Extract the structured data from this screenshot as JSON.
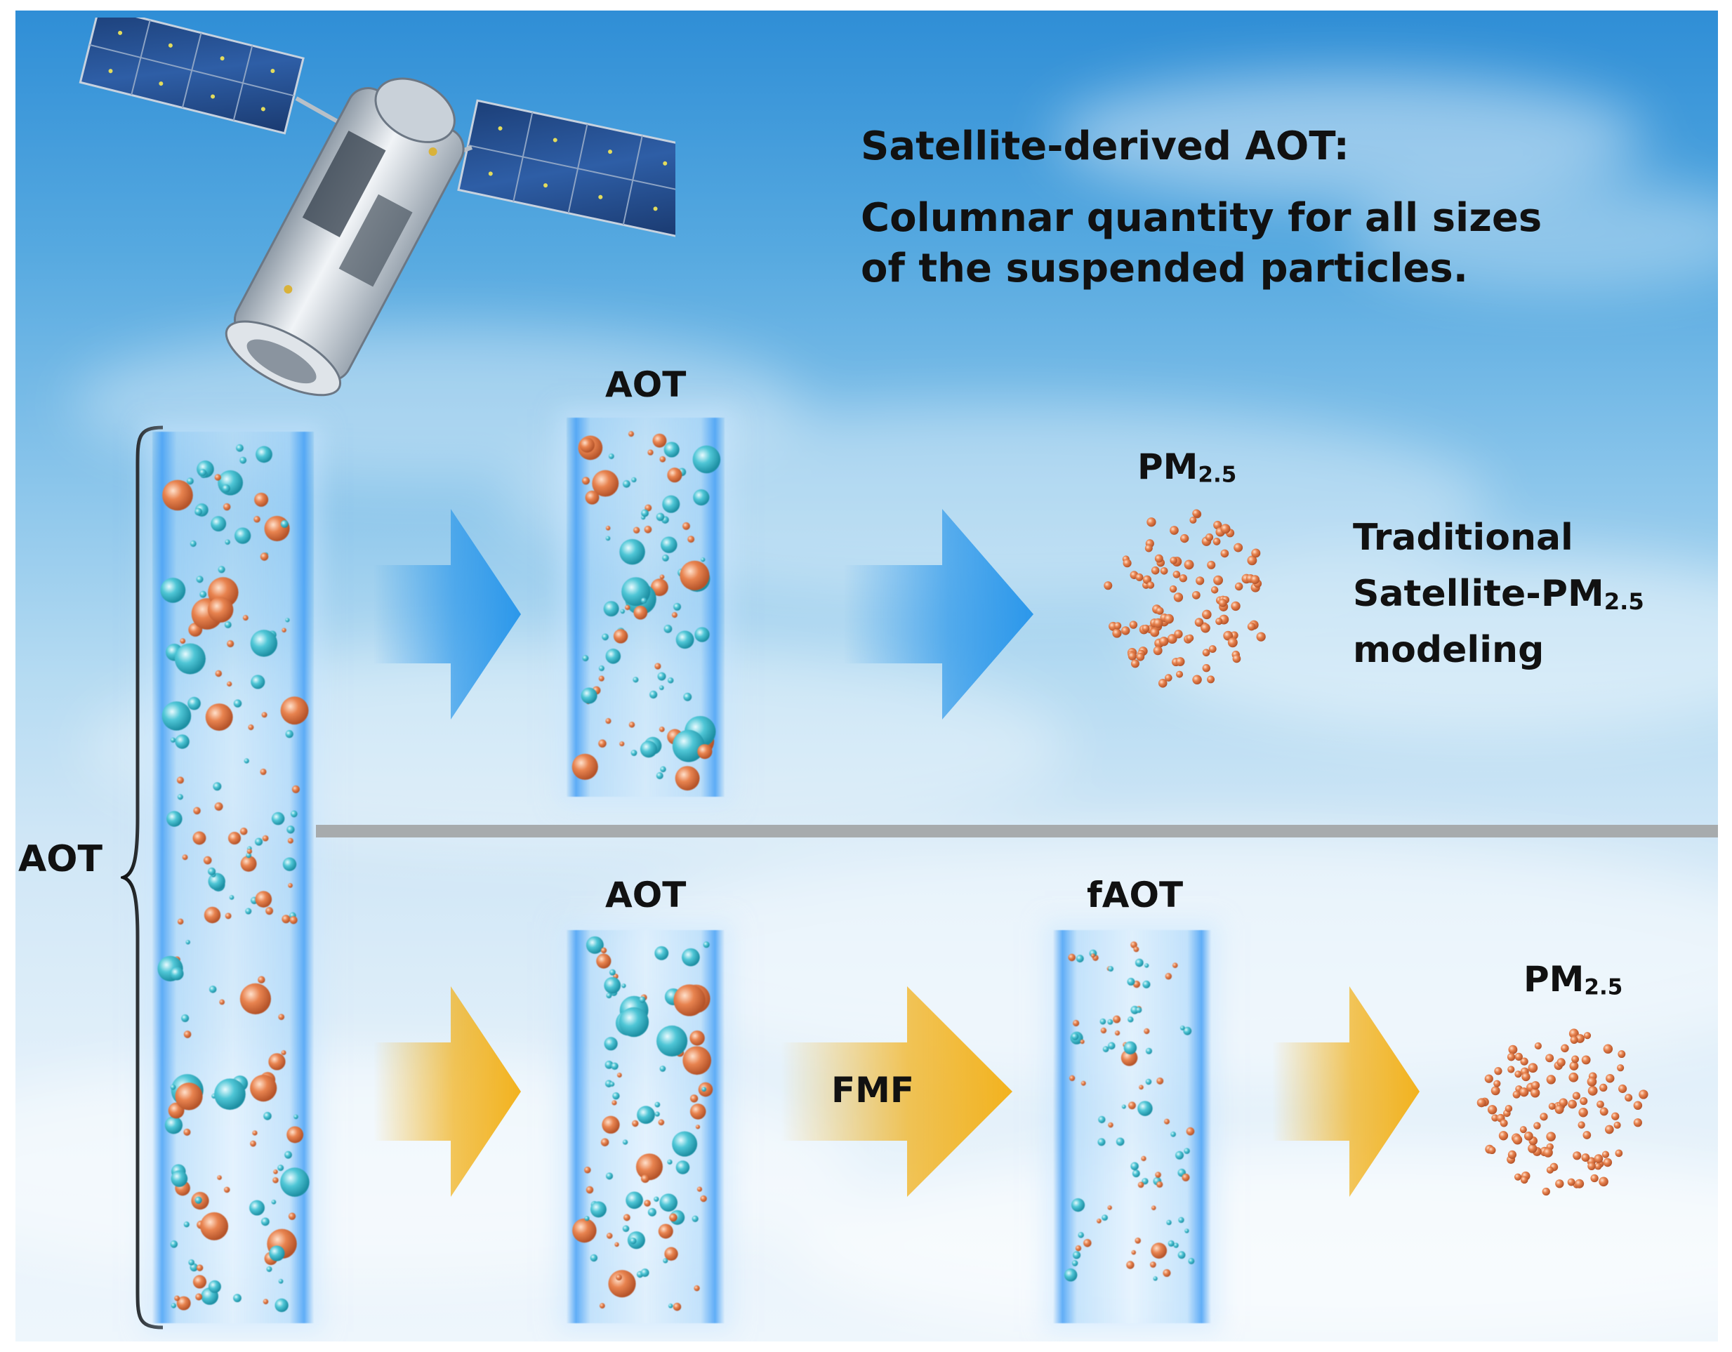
{
  "header": {
    "title": "Satellite-derived AOT:",
    "line1": "Columnar quantity for all sizes",
    "line2": "of the suspended particles."
  },
  "labels": {
    "aot_left": "AOT",
    "aot_top": "AOT",
    "aot_bottom": "AOT",
    "faot": "fAOT",
    "fmf": "FMF",
    "pm_base": "PM",
    "pm_sub": "2.5"
  },
  "traditional": {
    "line1": "Traditional",
    "line2_base": "Satellite-PM",
    "line2_sub": "2.5",
    "line3": "modeling"
  },
  "colors": {
    "cyan_particle": "#4fc6d6",
    "orange_particle": "#e8834f",
    "blue_arrow": "#2b97ea",
    "yellow_arrow": "#f2b21e",
    "divider": "#a7abad"
  },
  "icons": [
    "satellite-icon",
    "brace-icon",
    "arrow-icon"
  ]
}
